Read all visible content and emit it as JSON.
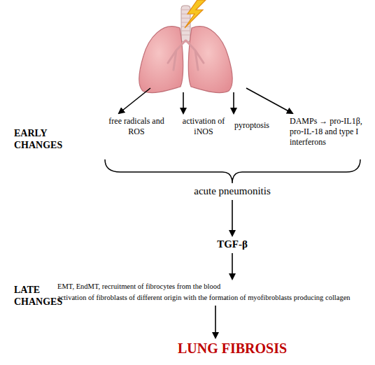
{
  "diagram": {
    "nodes": [
      {
        "text": [
          "free radicals and ROS"
        ]
      },
      {
        "text": [
          "activation of iNOS"
        ]
      },
      {
        "text": [
          "pyroptosis"
        ]
      },
      {
        "text": [
          "DAMPs → pro-IL1β, pro-IL-18 and type I interferons"
        ]
      },
      {
        "text": [
          "acute pneumonitis"
        ]
      },
      {
        "text": [
          "TGF-β"
        ]
      },
      {
        "text": [
          "EMT, EndMT, recruitment of fibrocytes from the blood",
          "activation of fibroblasts of different origin with the formation of myofibroblasts producing collagen"
        ]
      },
      {
        "text": [
          "LUNG FIBROSIS"
        ]
      }
    ],
    "edges": [
      {
        "from": 4,
        "to": 5,
        "arrow": "to"
      },
      {
        "from": 5,
        "to": 6,
        "arrow": "to"
      },
      {
        "from": 6,
        "to": 7,
        "arrow": "to"
      }
    ],
    "labels": [
      "EARLY CHANGES",
      "LATE CHANGES"
    ]
  }
}
